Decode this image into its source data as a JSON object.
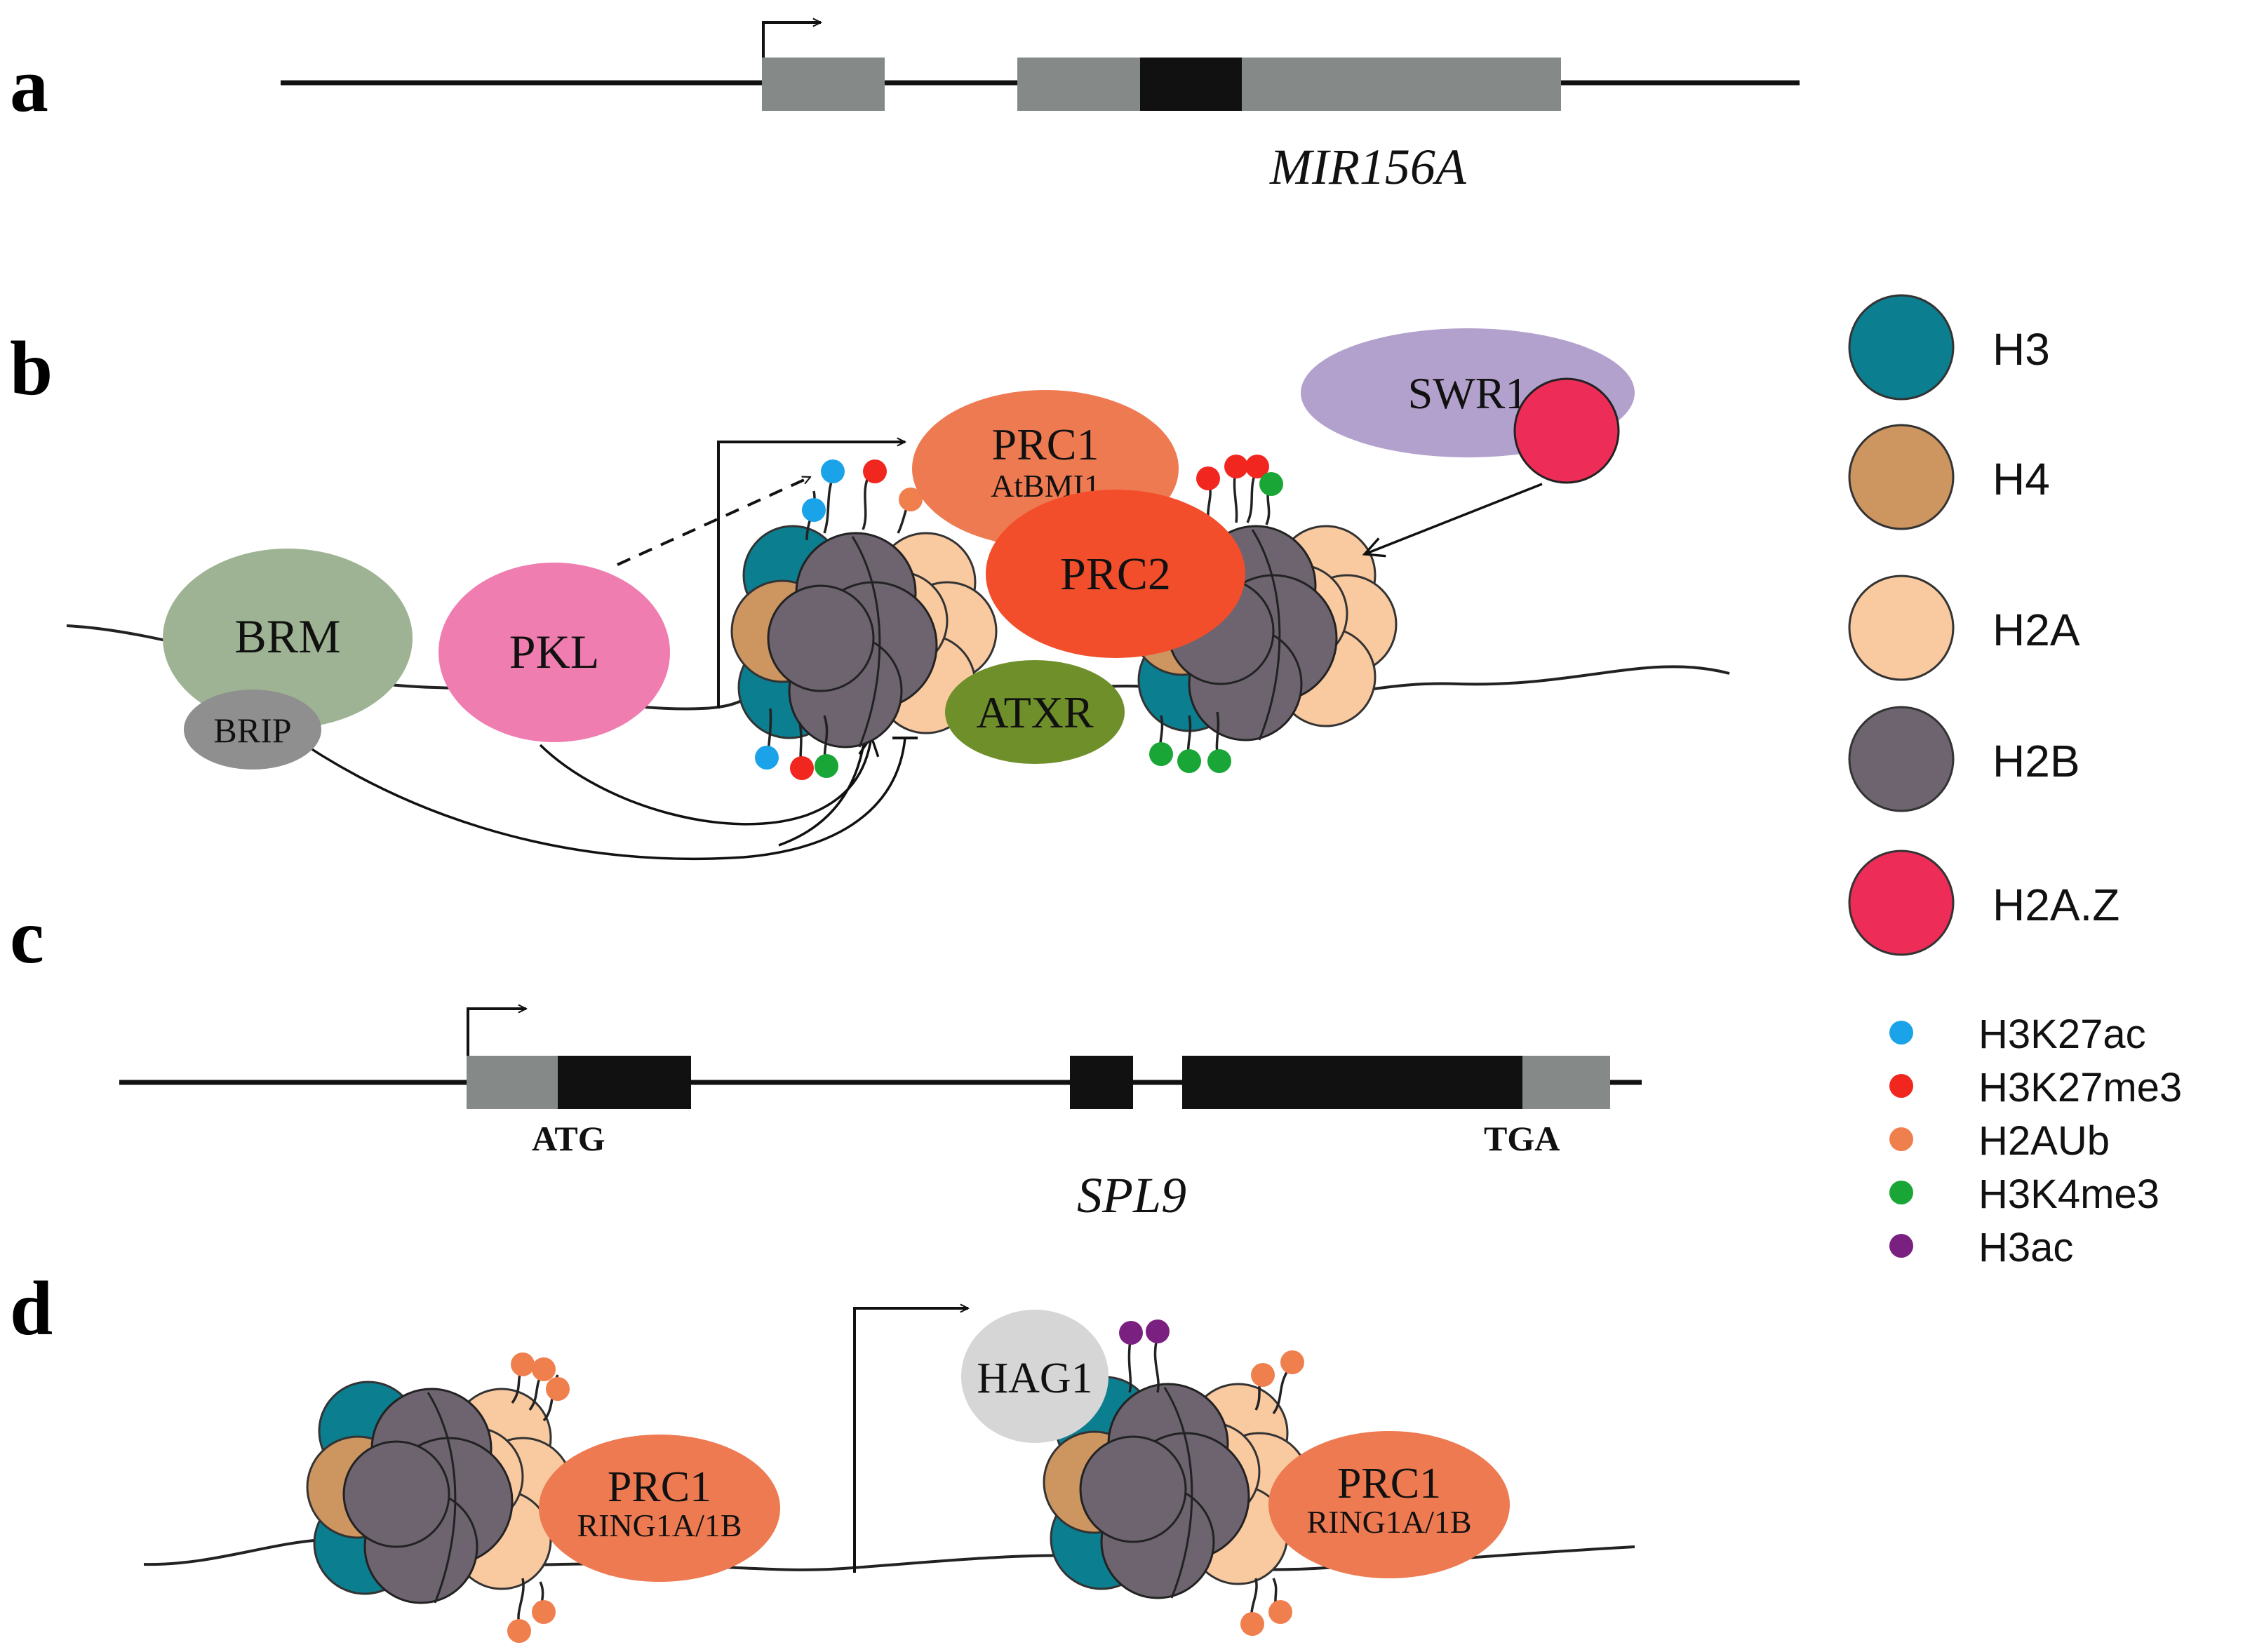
{
  "panels": {
    "a": "a",
    "b": "b",
    "c": "c",
    "d": "d"
  },
  "panel_a": {
    "gene_label": "MIR156A"
  },
  "panel_b": {
    "brm": "BRM",
    "brip": "BRIP",
    "pkl": "PKL",
    "prc1": "PRC1",
    "prc1_sub": "AtBMI1",
    "prc2": "PRC2",
    "atxr": "ATXR",
    "swr1": "SWR1"
  },
  "panel_c": {
    "atg": "ATG",
    "tga": "TGA",
    "gene_label": "SPL9"
  },
  "panel_d": {
    "hag1": "HAG1",
    "prc1_left": "PRC1",
    "prc1_left_sub": "RING1A/1B",
    "prc1_right": "PRC1",
    "prc1_right_sub": "RING1A/1B"
  },
  "legend": {
    "histones": [
      {
        "label": "H3",
        "color": "#0b7e90"
      },
      {
        "label": "H4",
        "color": "#cd9660"
      },
      {
        "label": "H2A",
        "color": "#f9c9a0"
      },
      {
        "label": "H2B",
        "color": "#6d6470"
      },
      {
        "label": "H2A.Z",
        "color": "#ee2c58"
      }
    ],
    "marks": [
      {
        "label": "H3K27ac",
        "color": "#1aa3e8"
      },
      {
        "label": "H3K27me3",
        "color": "#f0261f"
      },
      {
        "label": "H2AUb",
        "color": "#f07f4e"
      },
      {
        "label": "H3K4me3",
        "color": "#19a637"
      },
      {
        "label": "H3ac",
        "color": "#7a2080"
      }
    ]
  },
  "colors": {
    "h3": "#0b7e90",
    "h4": "#cd9660",
    "h2a": "#f9c9a0",
    "h2b": "#6d6470",
    "h2az": "#ee2c58",
    "brm": "#9eb393",
    "brip": "#8f8f8f",
    "pkl": "#f07db0",
    "prc1": "#ee7a52",
    "prc2": "#f24e2c",
    "atxr": "#6f8f2a",
    "swr1": "#b2a1cd",
    "hag1": "#d6d6d6",
    "exon_gray": "#858a88",
    "exon_black": "#111111"
  }
}
